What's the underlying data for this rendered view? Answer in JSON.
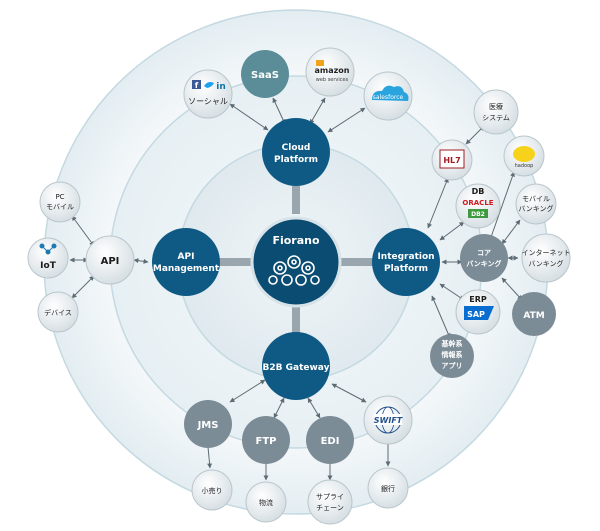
{
  "center": {
    "label": "Fiorano"
  },
  "hubs": {
    "cloud": {
      "line1": "Cloud",
      "line2": "Platform"
    },
    "api_management": {
      "line1": "API",
      "line2": "Management"
    },
    "integration": {
      "line1": "Integration",
      "line2": "Platform"
    },
    "b2b": {
      "line1": "B2B Gateway"
    }
  },
  "cloud_nodes": {
    "saas": "SaaS",
    "amazon": {
      "line1": "amazon",
      "line2": "web services"
    },
    "salesforce": "salesforce",
    "social": {
      "label": "ソーシャル",
      "fb": "f",
      "in": "in"
    }
  },
  "api_nodes": {
    "api": "API",
    "pc_mobile": {
      "line1": "PC",
      "line2": "モバイル"
    },
    "iot": "IoT",
    "device": "デバイス"
  },
  "integration_nodes": {
    "hl7": "HL7",
    "medical": {
      "line1": "医療",
      "line2": "システム"
    },
    "hadoop": "hadoop",
    "db": {
      "label": "DB",
      "oracle": "ORACLE",
      "db2": "DB2"
    },
    "mobile_banking": {
      "line1": "モバイル",
      "line2": "バンキング"
    },
    "core_banking": {
      "line1": "コア",
      "line2": "バンキング"
    },
    "internet_banking": {
      "line1": "インターネット",
      "line2": "バンキング"
    },
    "erp": {
      "label": "ERP",
      "sap": "SAP"
    },
    "atm": "ATM",
    "core_info_apps": {
      "line1": "基幹系",
      "line2": "情報系",
      "line3": "アプリ"
    }
  },
  "b2b_nodes": {
    "jms": "JMS",
    "ftp": "FTP",
    "edi": "EDI",
    "swift": "SWIFT",
    "retail": "小売り",
    "logistics": "物流",
    "supply_chain": {
      "line1": "サプライ",
      "line2": "チェーン"
    },
    "bank": "銀行"
  },
  "colors": {
    "hub": "#0e5a85",
    "center": "#0b4c72",
    "light_node": "#dde6ea",
    "gray_node": "#7c8c97",
    "teal_node": "#5a8d98",
    "rings": "#c4d9e1",
    "connector": "#9aa6ad"
  }
}
